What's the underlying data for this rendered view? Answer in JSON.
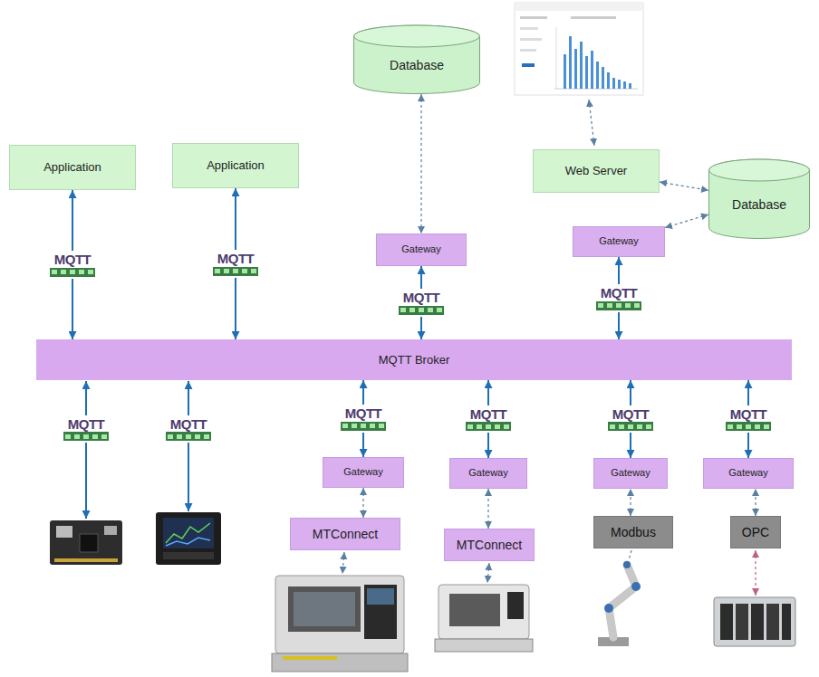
{
  "diagram": {
    "nodes": [
      {
        "text": [
          "Application"
        ]
      },
      {
        "text": [
          "Application"
        ]
      },
      {
        "text": [
          "Database"
        ]
      },
      {
        "text": [
          "Web Server"
        ]
      },
      {
        "text": [
          "Database"
        ]
      },
      {
        "text": [
          "Gateway"
        ]
      },
      {
        "text": [
          "Gateway"
        ]
      },
      {
        "text": [
          "MQTT Broker"
        ]
      },
      {
        "text": [
          "Gateway"
        ]
      },
      {
        "text": [
          "Gateway"
        ]
      },
      {
        "text": [
          "Gateway"
        ]
      },
      {
        "text": [
          "Gateway"
        ]
      },
      {
        "text": [
          "MTConnect"
        ]
      },
      {
        "text": [
          "MTConnect"
        ]
      },
      {
        "text": [
          "Modbus"
        ]
      },
      {
        "text": [
          "OPC"
        ]
      }
    ],
    "edges": [
      {
        "from": 0,
        "to": 7,
        "arrow": "both",
        "label": "MQTT"
      },
      {
        "from": 1,
        "to": 7,
        "arrow": "both",
        "label": "MQTT"
      },
      {
        "from": 2,
        "to": 5,
        "arrow": "both"
      },
      {
        "from": 5,
        "to": 7,
        "arrow": "both",
        "label": "MQTT"
      },
      {
        "from": 3,
        "to": 4,
        "arrow": "both"
      },
      {
        "from": 4,
        "to": 6,
        "arrow": "both"
      },
      {
        "from": 6,
        "to": 7,
        "arrow": "both",
        "label": "MQTT"
      },
      {
        "from": 8,
        "to": 7,
        "arrow": "both",
        "label": "MQTT"
      },
      {
        "from": 9,
        "to": 7,
        "arrow": "both",
        "label": "MQTT"
      },
      {
        "from": 10,
        "to": 7,
        "arrow": "both",
        "label": "MQTT"
      },
      {
        "from": 11,
        "to": 7,
        "arrow": "both",
        "label": "MQTT"
      },
      {
        "from": 12,
        "to": 8,
        "arrow": "both"
      },
      {
        "from": 13,
        "to": 9,
        "arrow": "both"
      },
      {
        "from": 14,
        "to": 10,
        "arrow": "both"
      },
      {
        "from": 15,
        "to": 11,
        "arrow": "both"
      }
    ],
    "labels": [
      "MQTT",
      "MQTT"
    ]
  }
}
